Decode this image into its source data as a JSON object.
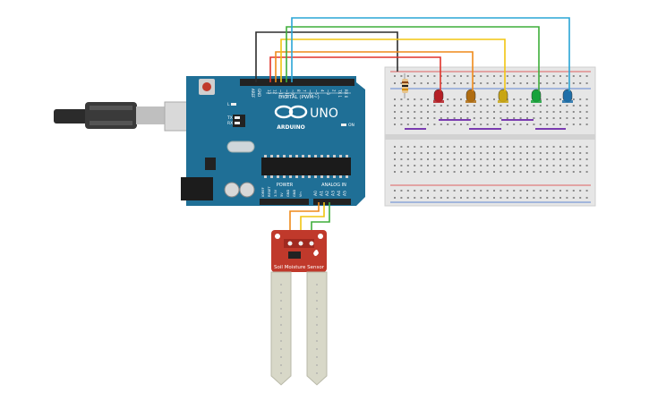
{
  "board": {
    "brand": "ARDUINO",
    "model": "UNO",
    "section_digital": "DIGITAL (PWM~)",
    "section_power": "POWER",
    "section_analog": "ANALOG IN",
    "label_tx": "TX",
    "label_rx": "RX",
    "label_l": "L",
    "label_on": "ON",
    "label_aref": "AREF",
    "label_gnd": "GND",
    "digital_pins": [
      "13",
      "12",
      "~11",
      "~10",
      "~9",
      "8",
      "7",
      "~6",
      "~5",
      "4",
      "~3",
      "2",
      "TX 1",
      "RX 0"
    ],
    "analog_pins": [
      "A0",
      "A1",
      "A2",
      "A3",
      "A4",
      "A5"
    ],
    "power_pins": [
      "IOREF",
      "RESET",
      "3.3V",
      "5V",
      "GND",
      "GND",
      "Vin"
    ]
  },
  "sensor": {
    "label": "Soil Moisture Sensor"
  },
  "leds": [
    {
      "color": "#b52026",
      "name": "red"
    },
    {
      "color": "#b06d12",
      "name": "orange"
    },
    {
      "color": "#c8a514",
      "name": "yellow"
    },
    {
      "color": "#17a23a",
      "name": "green"
    },
    {
      "color": "#1f6fa8",
      "name": "blue"
    }
  ],
  "wire_colors": {
    "black": "#2d2d2d",
    "red": "#e0342b",
    "orange": "#ef8a1a",
    "yellow": "#f2c511",
    "green": "#3fae3a",
    "blue": "#2aa5d6"
  }
}
